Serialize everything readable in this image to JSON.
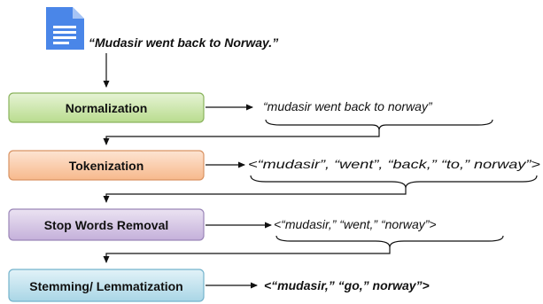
{
  "input": {
    "icon": "document-icon",
    "text": "“Mudasir went back to Norway.”"
  },
  "stages": [
    {
      "label": "Normalization",
      "color_top": "#e6f3d5",
      "color_bottom": "#b9dc8e",
      "border": "#8ab35d",
      "output": "“mudasir went back to norway”",
      "output_bold": false
    },
    {
      "label": "Tokenization",
      "color_top": "#fde4d2",
      "color_bottom": "#f7b98c",
      "border": "#d99363",
      "output": "<“mudasir”, “went”, “back,” “to,” norway”>",
      "output_bold": false
    },
    {
      "label": "Stop Words Removal",
      "color_top": "#ebe3f2",
      "color_bottom": "#c4b0da",
      "border": "#9b86b8",
      "output": "<“mudasir,” “went,”  “norway”>",
      "output_bold": false
    },
    {
      "label": "Stemming/ Lemmatization",
      "color_top": "#e2f2f8",
      "color_bottom": "#a9d6e6",
      "border": "#74b3cc",
      "output": "<“mudasir,” “go,” norway”>",
      "output_bold": true
    }
  ]
}
